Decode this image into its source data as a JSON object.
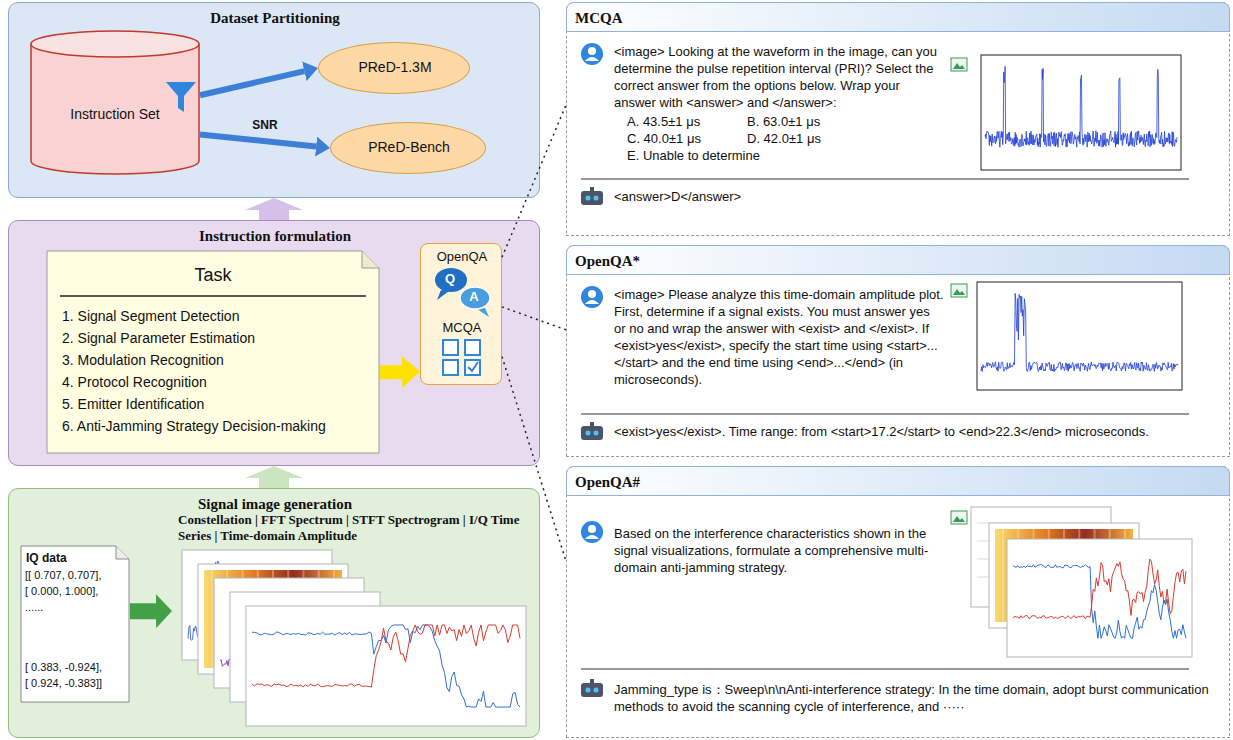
{
  "diagram": {
    "nodes": [
      {
        "text": [
          "Dataset Partitioning"
        ]
      },
      {
        "text": [
          "Instruction Set"
        ],
        "in": 0
      },
      {
        "text": [
          "PReD-1.3M"
        ],
        "in": 0
      },
      {
        "text": [
          "PReD-Bench"
        ],
        "in": 0
      },
      {
        "text": [
          "Instruction formulation"
        ]
      },
      {
        "text": [
          "Task",
          "1. Signal Segment Detection",
          "2. Signal Parameter Estimation",
          "3. Modulation Recognition",
          "4. Protocol Recognition",
          "5. Emitter Identification",
          "6. Anti-Jamming Strategy Decision-making"
        ],
        "in": 4
      },
      {
        "text": [
          "OpenQA",
          "MCQA"
        ],
        "in": 4
      },
      {
        "text": [
          "Signal image generation"
        ]
      },
      {
        "text": [
          "IQ data",
          "[[ 0.707, 0.707],",
          "[ 0.000, 1.000],",
          "......",
          "[ 0.383, -0.924],",
          "[ 0.924, -0.383]]"
        ],
        "in": 7
      },
      {
        "text": [
          "Constellation | FFT Spectrum | STFT Spectrogram | I/Q Time Series | Time-domain Amplitude"
        ],
        "in": 7
      },
      {
        "text": [
          "MCQA",
          "<image> Looking at the waveform in the image, can you determine the pulse repetition interval (PRI)? Select the correct answer from the options below. Wrap your answer with <answer> and </answer>:",
          "A. 43.5±1 μs",
          "B. 63.0±1 μs",
          "C. 40.0±1 μs",
          "D. 42.0±1 μs",
          "E. Unable to determine",
          "<answer>D</answer>"
        ]
      },
      {
        "text": [
          "OpenQA*",
          "<image> Please analyze this time-domain amplitude plot. First, determine if a signal exists. You must answer yes or no and wrap the answer with <exist> and </exist>. If <exist>yes</exist>, specify the start time using <start>... </start> and the end time using <end>...</end> (in microseconds).",
          "<exist>yes</exist>. Time range: from <start>17.2</start> to <end>22.3</end> microseconds."
        ]
      },
      {
        "text": [
          "OpenQA#",
          "Based on the interference characteristics shown in the signal visualizations, formulate a comprehensive multi-domain anti-jamming strategy.",
          "Jamming_type is：Sweep\\n\\nAnti-interference strategy: In the time domain, adopt burst communication methods to avoid the scanning cycle of interference, and ·····"
        ]
      }
    ],
    "edges": [
      {
        "from": 1,
        "to": 2,
        "arrow": "to"
      },
      {
        "from": 1,
        "to": 3,
        "label": "SNR",
        "arrow": "to"
      },
      {
        "from": 4,
        "to": 0,
        "arrow": "to"
      },
      {
        "from": 7,
        "to": 4,
        "arrow": "to"
      },
      {
        "from": 5,
        "to": 6,
        "arrow": "to"
      },
      {
        "from": 8,
        "to": 9,
        "arrow": "to"
      },
      {
        "from": 6,
        "to": 10,
        "arrow": "none"
      },
      {
        "from": 6,
        "to": 11,
        "arrow": "none"
      },
      {
        "from": 6,
        "to": 12,
        "arrow": "none"
      }
    ],
    "labels": [
      "Q",
      "A"
    ]
  }
}
